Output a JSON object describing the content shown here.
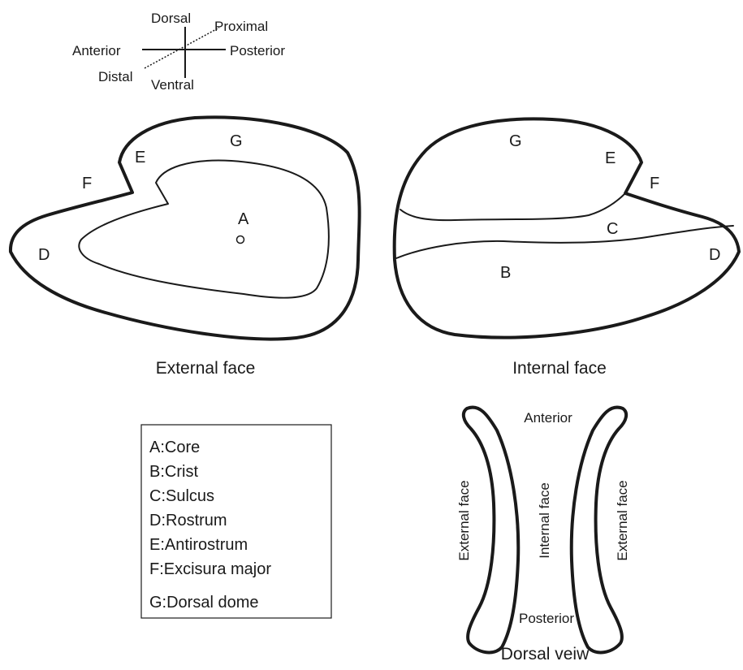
{
  "orientation": {
    "dorsal": "Dorsal",
    "ventral": "Ventral",
    "anterior": "Anterior",
    "posterior": "Posterior",
    "proximal": "Proximal",
    "distal": "Distal"
  },
  "external_face": {
    "caption": "External face",
    "labels": {
      "a": "A",
      "d": "D",
      "e": "E",
      "f": "F",
      "g": "G"
    }
  },
  "internal_face": {
    "caption": "Internal face",
    "labels": {
      "b": "B",
      "c": "C",
      "d": "D",
      "e": "E",
      "f": "F",
      "g": "G"
    }
  },
  "legend": {
    "items": [
      "A:Core",
      "B:Crist",
      "C:Sulcus",
      "D:Rostrum",
      "E:Antirostrum",
      "F:Excisura major",
      "G:Dorsal dome"
    ]
  },
  "dorsal_view": {
    "caption": "Dorsal veiw",
    "anterior": "Anterior",
    "posterior": "Posterior",
    "left_label": "External face",
    "center_label": "Internal face",
    "right_label": "External face"
  }
}
